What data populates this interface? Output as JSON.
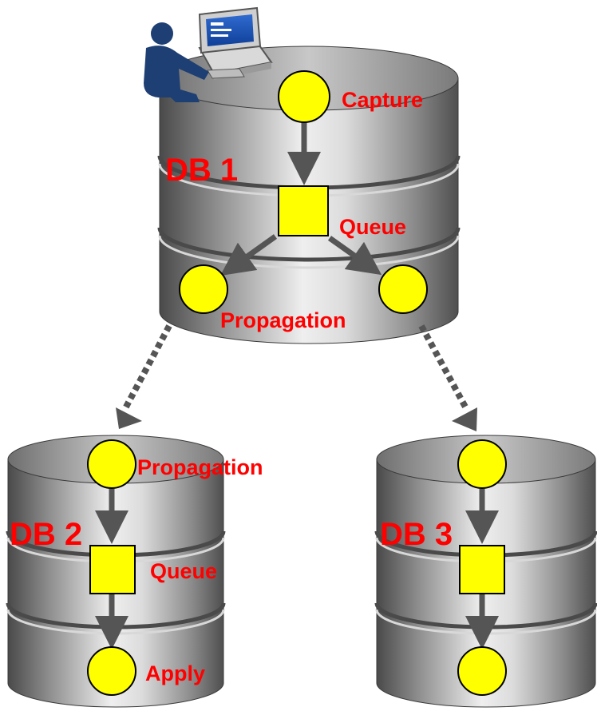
{
  "colors": {
    "label": "#ff0000",
    "node_fill": "#ffff00",
    "node_stroke": "#000000",
    "arrow": "#555555",
    "cylinder_dark": "#5a5a5a",
    "cylinder_light": "#f2f2f2",
    "user_figure": "#1e3f73"
  },
  "icons": {
    "user": "user-at-workstation-icon"
  },
  "databases": [
    {
      "name": "DB 1",
      "labels": {
        "top": "Capture",
        "middle": "Queue",
        "bottom": "Propagation"
      }
    },
    {
      "name": "DB 2",
      "labels": {
        "top": "Propagation",
        "middle": "Queue",
        "bottom": "Apply"
      }
    },
    {
      "name": "DB 3",
      "labels": {
        "top": "",
        "middle": "",
        "bottom": ""
      }
    }
  ]
}
